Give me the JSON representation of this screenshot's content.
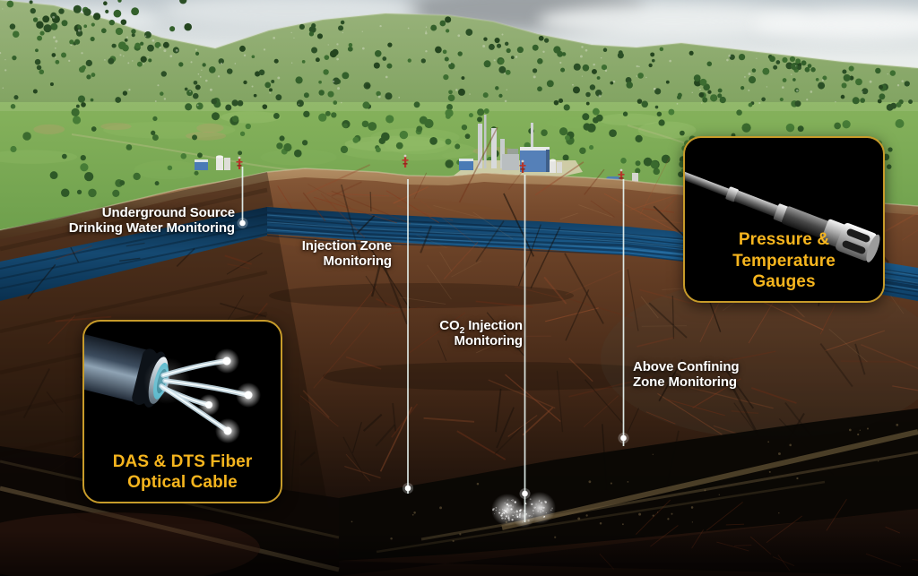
{
  "labels": {
    "usdw": {
      "line1": "Underground Source",
      "line2": "Drinking Water Monitoring"
    },
    "injection_zone": {
      "line1": "Injection Zone",
      "line2": "Monitoring"
    },
    "co2": {
      "part1": "CO",
      "sub": "2",
      "part2": " Injection",
      "line2": "Monitoring"
    },
    "above_confining": {
      "line1": "Above Confining",
      "line2": "Zone Monitoring"
    }
  },
  "cards": {
    "fiber": {
      "line1": "DAS & DTS Fiber",
      "line2": "Optical Cable"
    },
    "gauges": {
      "line1": "Pressure & Temperature",
      "line2": "Gauges"
    }
  },
  "icons": {
    "fiber_image": "fiber-optic-cable-illustration",
    "gauges_image": "downhole-pressure-temperature-gauge-illustration"
  },
  "colors": {
    "accent_gold": "#f6b51e",
    "card_border": "#c79b2a",
    "card_background": "#000000",
    "label_text": "#ffffff",
    "aquifer_blue": "#1d6296",
    "well_line": "#e8f6f3",
    "surface_green": "#74a452",
    "rock_brown": "#5f3a22"
  }
}
